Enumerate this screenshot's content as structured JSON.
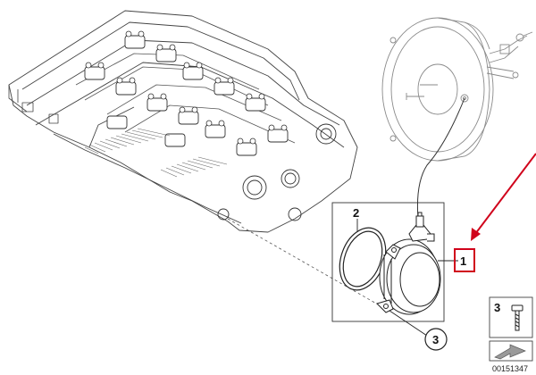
{
  "diagram": {
    "callouts": [
      {
        "id": "1",
        "label": "1",
        "highlighted": true
      },
      {
        "id": "2",
        "label": "2",
        "highlighted": false
      },
      {
        "id": "3",
        "label": "3",
        "highlighted": false
      }
    ],
    "legend": {
      "part_number": "3"
    },
    "image_code": "00151347"
  },
  "colors": {
    "line": "#2b2b2b",
    "light_line": "#9a9a9a",
    "highlight": "#d0021b"
  },
  "icons": [
    "cylinder-head-drawing",
    "brake-booster-drawing",
    "vacuum-pump-drawing",
    "o-ring-drawing",
    "bolt-icon",
    "arrow-icon"
  ]
}
